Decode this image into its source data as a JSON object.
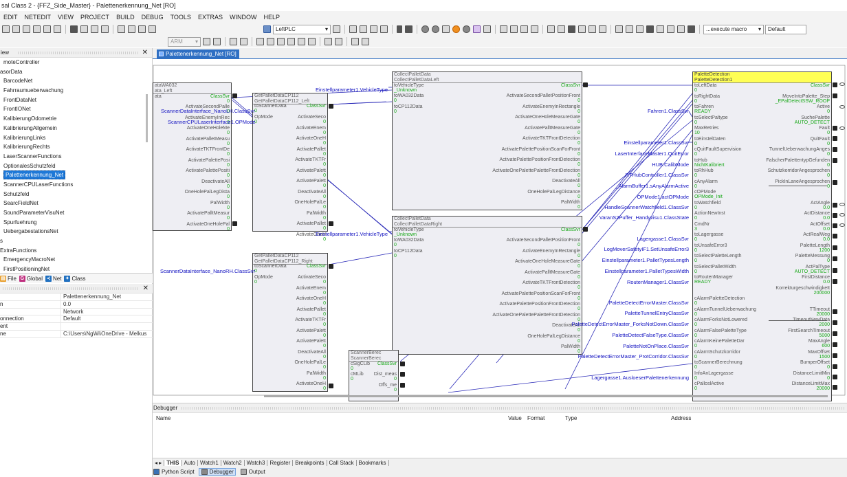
{
  "window": {
    "title": "sal Class 2 - {FFZ_Side_Master} - Palettenerkennung_Net [RO]"
  },
  "menu": [
    "EDIT",
    "NETEDIT",
    "VIEW",
    "PROJECT",
    "BUILD",
    "DEBUG",
    "TOOLS",
    "EXTRAS",
    "WINDOW",
    "HELP"
  ],
  "toolbar": {
    "plc": "LeftPLC",
    "arch": "ARM",
    "macro": "...execute macro",
    "layout": "Default"
  },
  "left_panel": {
    "title": "iew",
    "tree": [
      {
        "label": "moteController",
        "level": "c"
      },
      {
        "label": "asorData",
        "level": "p"
      },
      {
        "label": "BarcodeNet",
        "level": "c"
      },
      {
        "label": "Fahrraumueberwachung",
        "level": "c"
      },
      {
        "label": "FrontDataNet",
        "level": "c"
      },
      {
        "label": "FrontIONet",
        "level": "c"
      },
      {
        "label": "KalibierungOdometrie",
        "level": "c"
      },
      {
        "label": "KalibrierungAllgemein",
        "level": "c"
      },
      {
        "label": "KalibrierungLinks",
        "level": "c"
      },
      {
        "label": "KalibrierungRechts",
        "level": "c"
      },
      {
        "label": "LaserScannerFunctions",
        "level": "c"
      },
      {
        "label": "OptionalesSchutzfeld",
        "level": "c"
      },
      {
        "label": "Palettenerkennung_Net",
        "level": "c",
        "selected": true
      },
      {
        "label": "ScannerCPULaserFunctions",
        "level": "c"
      },
      {
        "label": "Schutzfeld",
        "level": "c"
      },
      {
        "label": "SearcFieldNet",
        "level": "c"
      },
      {
        "label": "SoundParameterVisuNet",
        "level": "c"
      },
      {
        "label": "Spurfuehrung",
        "level": "c"
      },
      {
        "label": "UebergabestationsNet",
        "level": "c"
      },
      {
        "label": "s",
        "level": "p"
      },
      {
        "label": "ExtraFunctions",
        "level": "p"
      },
      {
        "label": "EmergencyMacroNet",
        "level": "c"
      },
      {
        "label": "FirstPositioningNet",
        "level": "c"
      }
    ],
    "tabs": [
      {
        "label": "File",
        "icon": "file-icon"
      },
      {
        "label": "Global",
        "icon": "global-icon"
      },
      {
        "label": "Net",
        "icon": "net-icon"
      },
      {
        "label": "Class",
        "icon": "class-icon"
      }
    ],
    "properties": [
      {
        "key": "",
        "value": "Palettenerkennung_Net"
      },
      {
        "key": "n",
        "value": "0.0"
      },
      {
        "key": "",
        "value": "Network"
      },
      {
        "key": "onnection",
        "value": "Default"
      },
      {
        "key": "ent",
        "value": ""
      },
      {
        "key": "ne",
        "value": "C:\\Users\\NgWi\\OneDrive - Melkus"
      }
    ]
  },
  "editor_tab": {
    "label": "Palettenerkennung_Net [RO]"
  },
  "blocks": {
    "wa032": {
      "h1": "ataWA032",
      "h2": "ata_Left",
      "h3": "ata",
      "cls": "ClassSvr",
      "outs": [
        "ActivateSecondPalle",
        "ActivateEnemyInRec",
        "ActivateOneHoleMe",
        "ActivatePalletMeasu",
        "ActivateTKTFrontDe",
        "ActivatePalettePosi",
        "ActivatePalettePositi",
        "DeactivateAll",
        "OneHolePalLegDista",
        "PalWidth",
        "ActivatePalltMeasur",
        "ActivateOneHolePal"
      ]
    },
    "cp112l": {
      "h1": "GetPalletDataCP112",
      "h2": "GetPalletDataCP112_Left",
      "in1": "toScannerData",
      "in2": "OpMode",
      "cls": "ClassSvr",
      "outs": [
        "ActivateSeco",
        "ActivateEnem",
        "ActivateOneH",
        "ActivatePallet",
        "ActivateTKTFr",
        "ActivatePalett",
        "ActivatePalett",
        "DeactivateAll",
        "OneHolePalLe",
        "PalWidth",
        "ActivatePallet",
        "ActivateOneH"
      ]
    },
    "cp112r": {
      "h1": "GetPalletDataCP112",
      "h2": "GetPalletDataCP112_Right",
      "in1": "toScannerData",
      "in2": "OpMode",
      "cls": "ClassSvr",
      "outs": [
        "ActivateSeco",
        "ActivateEnem",
        "ActivateOneH",
        "ActivatePallet",
        "ActivateTKTFr",
        "ActivatePalett",
        "ActivatePalett",
        "DeactivateAll",
        "OneHolePalLe",
        "PalWidth",
        "ActivateOneH"
      ]
    },
    "cpl": {
      "h1": "CollectPalletData",
      "h2": "CollectPalletDataLeft",
      "cls": "ClassSvr",
      "ins": [
        {
          "n": "toVehicleType",
          "v": "_Unknown"
        },
        {
          "n": "toWA032Data",
          "v": "0"
        },
        {
          "n": "toCP112Data",
          "v": "0"
        }
      ],
      "outs": [
        "ActivateSecondPalletPositionFront",
        "ActivateEnemyInRectangle",
        "ActivateOneHoleMeasureGate",
        "ActivatePalltMeasureGate",
        "ActivateTKTFrontDetection",
        "ActivatePalettePositionScanForFront",
        "ActivatePalettePositionFrontDetection",
        "ActivateOnePalettePaletteFrontDetection",
        "DeactivateAll",
        "OneHolePalLegDistance",
        "PalWidth"
      ]
    },
    "cpr": {
      "h1": "CollectPalletData",
      "h2": "CollectPalletDataRight",
      "cls": "ClassSvr",
      "ins": [
        {
          "n": "toVehicleType",
          "v": "_Unknown"
        },
        {
          "n": "toWA032Data",
          "v": "0"
        },
        {
          "n": "toCP112Data",
          "v": "0"
        }
      ],
      "outs": [
        "ActivateSecondPalletPositionFront",
        "ActivateEnemyInRectangle",
        "ActivateOneHoleMeasureGate",
        "ActivatePalltMeasureGate",
        "ActivateTKTFrontDetection",
        "ActivatePalettePositionScanForFront",
        "ActivatePalettePositionFrontDetection",
        "ActivateOnePalettePaletteFrontDetection",
        "DeactivateAll",
        "OneHolePalLegDistance",
        "PalWidth"
      ]
    },
    "scanber": {
      "h1": "ScannerBerec",
      "h2": "ScannerBerec",
      "in1": "cSigCLib",
      "in2": "cMLib",
      "cls": "ClassSvr",
      "o1": "Dist_meas",
      "o2": "Offs_me"
    },
    "pd": {
      "h1": "PaletteDetection",
      "h2": "PaletteDetection1",
      "cls": "ClassSvr",
      "ins": [
        {
          "n": "toLeftData",
          "v": "0"
        },
        {
          "n": "toRightData",
          "v": "0"
        },
        {
          "n": "toFahren",
          "v": "READY"
        },
        {
          "n": "toSelectPaltype",
          "v": "0"
        },
        {
          "n": "MaxRetries",
          "v": "10"
        },
        {
          "n": "toEinstelDaten",
          "v": "0"
        },
        {
          "n": "cQuitFaultSupervision",
          "v": "0"
        },
        {
          "n": "toHub",
          "v": "NichtKalibriert"
        },
        {
          "n": "toRhHub",
          "v": "0"
        },
        {
          "n": "cAnyAlarm",
          "v": "0"
        },
        {
          "n": "cOPMode",
          "v": "OPMode_Init"
        },
        {
          "n": "toWatchfield",
          "v": "0"
        },
        {
          "n": "ActionNewInst",
          "v": "0"
        },
        {
          "n": "CmdNr",
          "v": "3"
        },
        {
          "n": "toLagergasse",
          "v": "0"
        },
        {
          "n": "toUnsafeError3",
          "v": "0"
        },
        {
          "n": "toSelectPaletteLength",
          "v": "0"
        },
        {
          "n": "toSelectPalletWidth",
          "v": "0"
        },
        {
          "n": "toRoutenManager",
          "v": "READY"
        },
        {
          "n": "",
          "v": ""
        },
        {
          "n": "cAlarmPaletteDetection",
          "v": "0"
        },
        {
          "n": "cAlarmTunnelUeberwachung",
          "v": "0"
        },
        {
          "n": "cAlarmForksNotLowered",
          "v": "0"
        },
        {
          "n": "cAlarmFalsePaletteType",
          "v": "0"
        },
        {
          "n": "cAlarmKeinePaletteDar",
          "v": "0"
        },
        {
          "n": "cAlarmSchutzkorridor",
          "v": "0"
        },
        {
          "n": "toScannerBerechnung",
          "v": "0"
        },
        {
          "n": "InfoAnLagergasse",
          "v": "0"
        },
        {
          "n": "cPalloslActive",
          "v": "0"
        }
      ],
      "outs": [
        {
          "n": "",
          "v": ""
        },
        {
          "n": "MoveIntoPalette_Step",
          "v": "_EPalDetectSSW_ROOP"
        },
        {
          "n": "Active",
          "v": "0"
        },
        {
          "n": "SuchePalette",
          "v": "AUTO_DETECT"
        },
        {
          "n": "Fault",
          "v": "0"
        },
        {
          "n": "QuitFault",
          "v": "0"
        },
        {
          "n": "TunnelUeberwachungAnges",
          "v": "0"
        },
        {
          "n": "FalscherPalettentypGefunden",
          "v": "0"
        },
        {
          "n": "SchutzkorridorAngesprochen",
          "v": "0"
        },
        {
          "n": "PickInLaneAngesprochen",
          "v": "0"
        },
        {
          "n": "",
          "v": ""
        },
        {
          "n": "ActAngle",
          "v": "0.0"
        },
        {
          "n": "ActDistance",
          "v": "0.0"
        },
        {
          "n": "ActOffset",
          "v": "0.0"
        },
        {
          "n": "ActRealWeg",
          "v": "0.0"
        },
        {
          "n": "PaletteLength",
          "v": "1200"
        },
        {
          "n": "PaletteMessung",
          "v": "0"
        },
        {
          "n": "ActPalType",
          "v": "AUTO_DETECT"
        },
        {
          "n": "FirstDistance",
          "v": "0.0"
        },
        {
          "n": "KorrekturgeschwindigkeIt",
          "v": "200000"
        },
        {
          "n": "",
          "v": ""
        },
        {
          "n": "TTimeout",
          "v": "20000"
        },
        {
          "n": "TimeoutNewData",
          "v": "2000"
        },
        {
          "n": "FirstSearchTimeout",
          "v": "5000"
        },
        {
          "n": "MaxAngle",
          "v": "600"
        },
        {
          "n": "MaxOffset",
          "v": "1500"
        },
        {
          "n": "BumperOffset",
          "v": "0"
        },
        {
          "n": "DistanceLimitMin",
          "v": "0"
        },
        {
          "n": "DistanceLimitMax",
          "v": "20000"
        }
      ]
    }
  },
  "labels": {
    "ein1": "Einstellparameter1.VehicleType",
    "ein2": "Einstellparameter1.VehicleType",
    "sdi_nanolh": "ScannerDataInterface_NanoLH.ClassSvr",
    "scpu": "ScannerCPULaserInterface1.OPMode",
    "sdi_nanorh": "ScannerDataInterface_NanoRH.ClassSvr",
    "pd_left": [
      "Fahren1.ClassSvr",
      "Einstellparameter1.ClassSvr",
      "LaserInterfaceMaster1.QuitError",
      "HUB.CalibMode",
      "RTHubController1.ClassSvr",
      "_AlarmBuffer1.sAnyAlarmActive",
      "OPMode1.actOPMode",
      "HandleScannerWatchfield1.ClassSvr",
      "VaranS2Puffer_Handyvisu1.ClassState",
      "Lagergasse1.ClassSvr",
      "LogMoverSafetyIF1.SetUnsafeError3",
      "Einstellparameter1.PalletTypesLength",
      "Einstellparameter1.PalletTypesWidth",
      "RoutenManager1.ClassSvr",
      "PaletteDetectErrorMaster.ClassSvr",
      "PaletteTunnelEntryClassSvr",
      "PaletteDetectErrorMaster_ForksNotDown.ClassSvr",
      "PaletteDetectFalseType.ClassSvr",
      "PaletteNotOnPlace.ClassSvr",
      "PaletteDetectErrorMaster_ProtCorridor.ClassSvr",
      "Lagergasse1.AusloeserPalettenerkennung"
    ]
  },
  "debugger": {
    "title": "Debugger",
    "cols": {
      "name": "Name",
      "value": "Value",
      "format": "Format",
      "type": "Type",
      "address": "Address"
    }
  },
  "debug_tabs": [
    "THIS",
    "Auto",
    "Watch1",
    "Watch2",
    "Watch3",
    "Register",
    "Breakpoints",
    "Call Stack",
    "Bookmarks"
  ],
  "bottom_tabs": [
    {
      "label": "Python Script",
      "icon": "python-icon"
    },
    {
      "label": "Debugger",
      "icon": "debugger-icon"
    },
    {
      "label": "Output",
      "icon": "output-icon"
    }
  ]
}
